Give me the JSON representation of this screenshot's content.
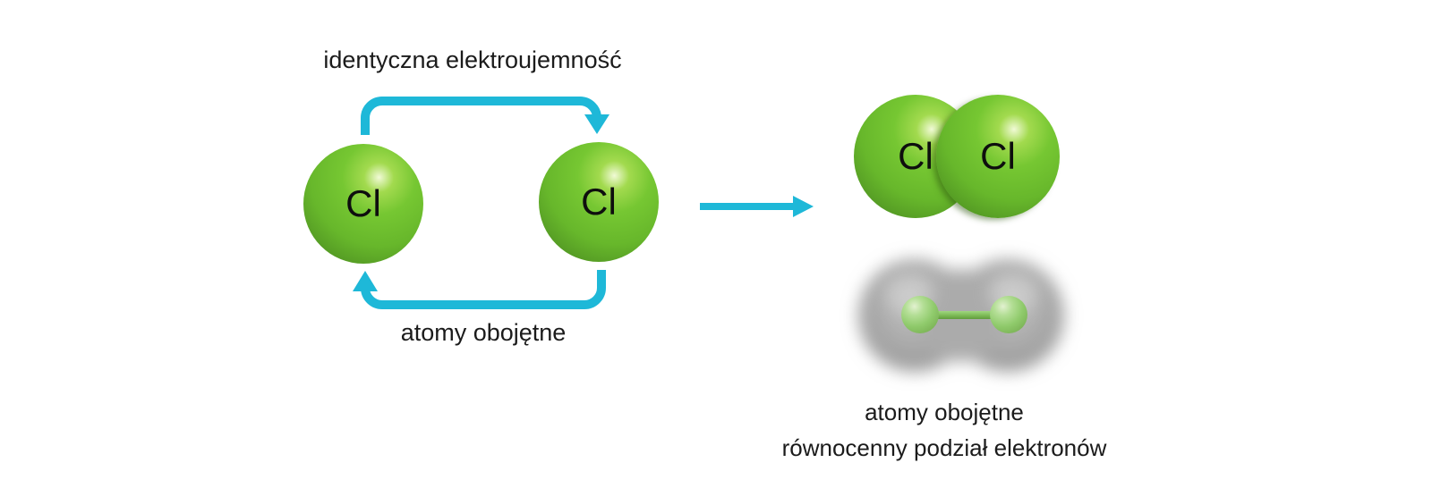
{
  "diagram": {
    "left": {
      "top_arrow_label": "identyczna elektroujemność",
      "bottom_arrow_label": "atomy obojętne",
      "atom_left_symbol": "Cl",
      "atom_right_symbol": "Cl"
    },
    "right": {
      "molecule_atom_left_symbol": "Cl",
      "molecule_atom_right_symbol": "Cl",
      "caption_line1": "atomy obojętne",
      "caption_line2": "równocenny podział elektronów"
    },
    "colors": {
      "arrow_cyan": "#1eb8d8",
      "atom_green": "#6cc02e",
      "atom_green_dark": "#457f19",
      "small_atom_green": "#8fca6b",
      "bond_green": "#7cba55",
      "cloud_gray": "#a9a9a9",
      "text": "#1b1b1b",
      "background": "#ffffff"
    }
  }
}
